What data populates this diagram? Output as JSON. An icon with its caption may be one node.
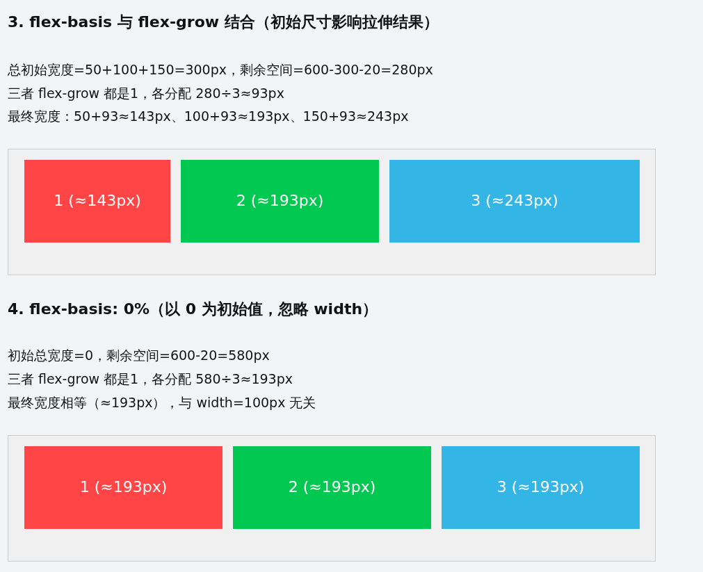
{
  "diagram": {
    "nodes": [
      {
        "text": [],
        "shape": "box"
      },
      {
        "text": [
          "1 (≈143px)"
        ],
        "in": 0
      },
      {
        "text": [
          "2 (≈193px)"
        ],
        "in": 0
      },
      {
        "text": [
          "3 (≈243px)"
        ],
        "in": 0
      },
      {
        "text": [],
        "shape": "box"
      },
      {
        "text": [
          "1 (≈193px)"
        ],
        "in": 4
      },
      {
        "text": [
          "2 (≈193px)"
        ],
        "in": 4
      },
      {
        "text": [
          "3 (≈193px)"
        ],
        "in": 4
      }
    ],
    "labels": [
      "3. flex-basis 与 flex-grow 结合（初始尺寸影响拉伸结果）",
      "总初始宽度=50+100+150=300px，剩余空间=600-300-20=280px",
      "三者 flex-grow 都是1，各分配 280÷3≈93px",
      "最终宽度：50+93≈143px、100+93≈193px、150+93≈243px",
      "4. flex-basis: 0%（以 0 为初始值，忽略 width）",
      "初始总宽度=0，剩余空间=600-20=580px",
      "三者 flex-grow 都是1，各分配 580÷3≈193px",
      "最终宽度相等（≈193px），与 width=100px 无关"
    ]
  }
}
